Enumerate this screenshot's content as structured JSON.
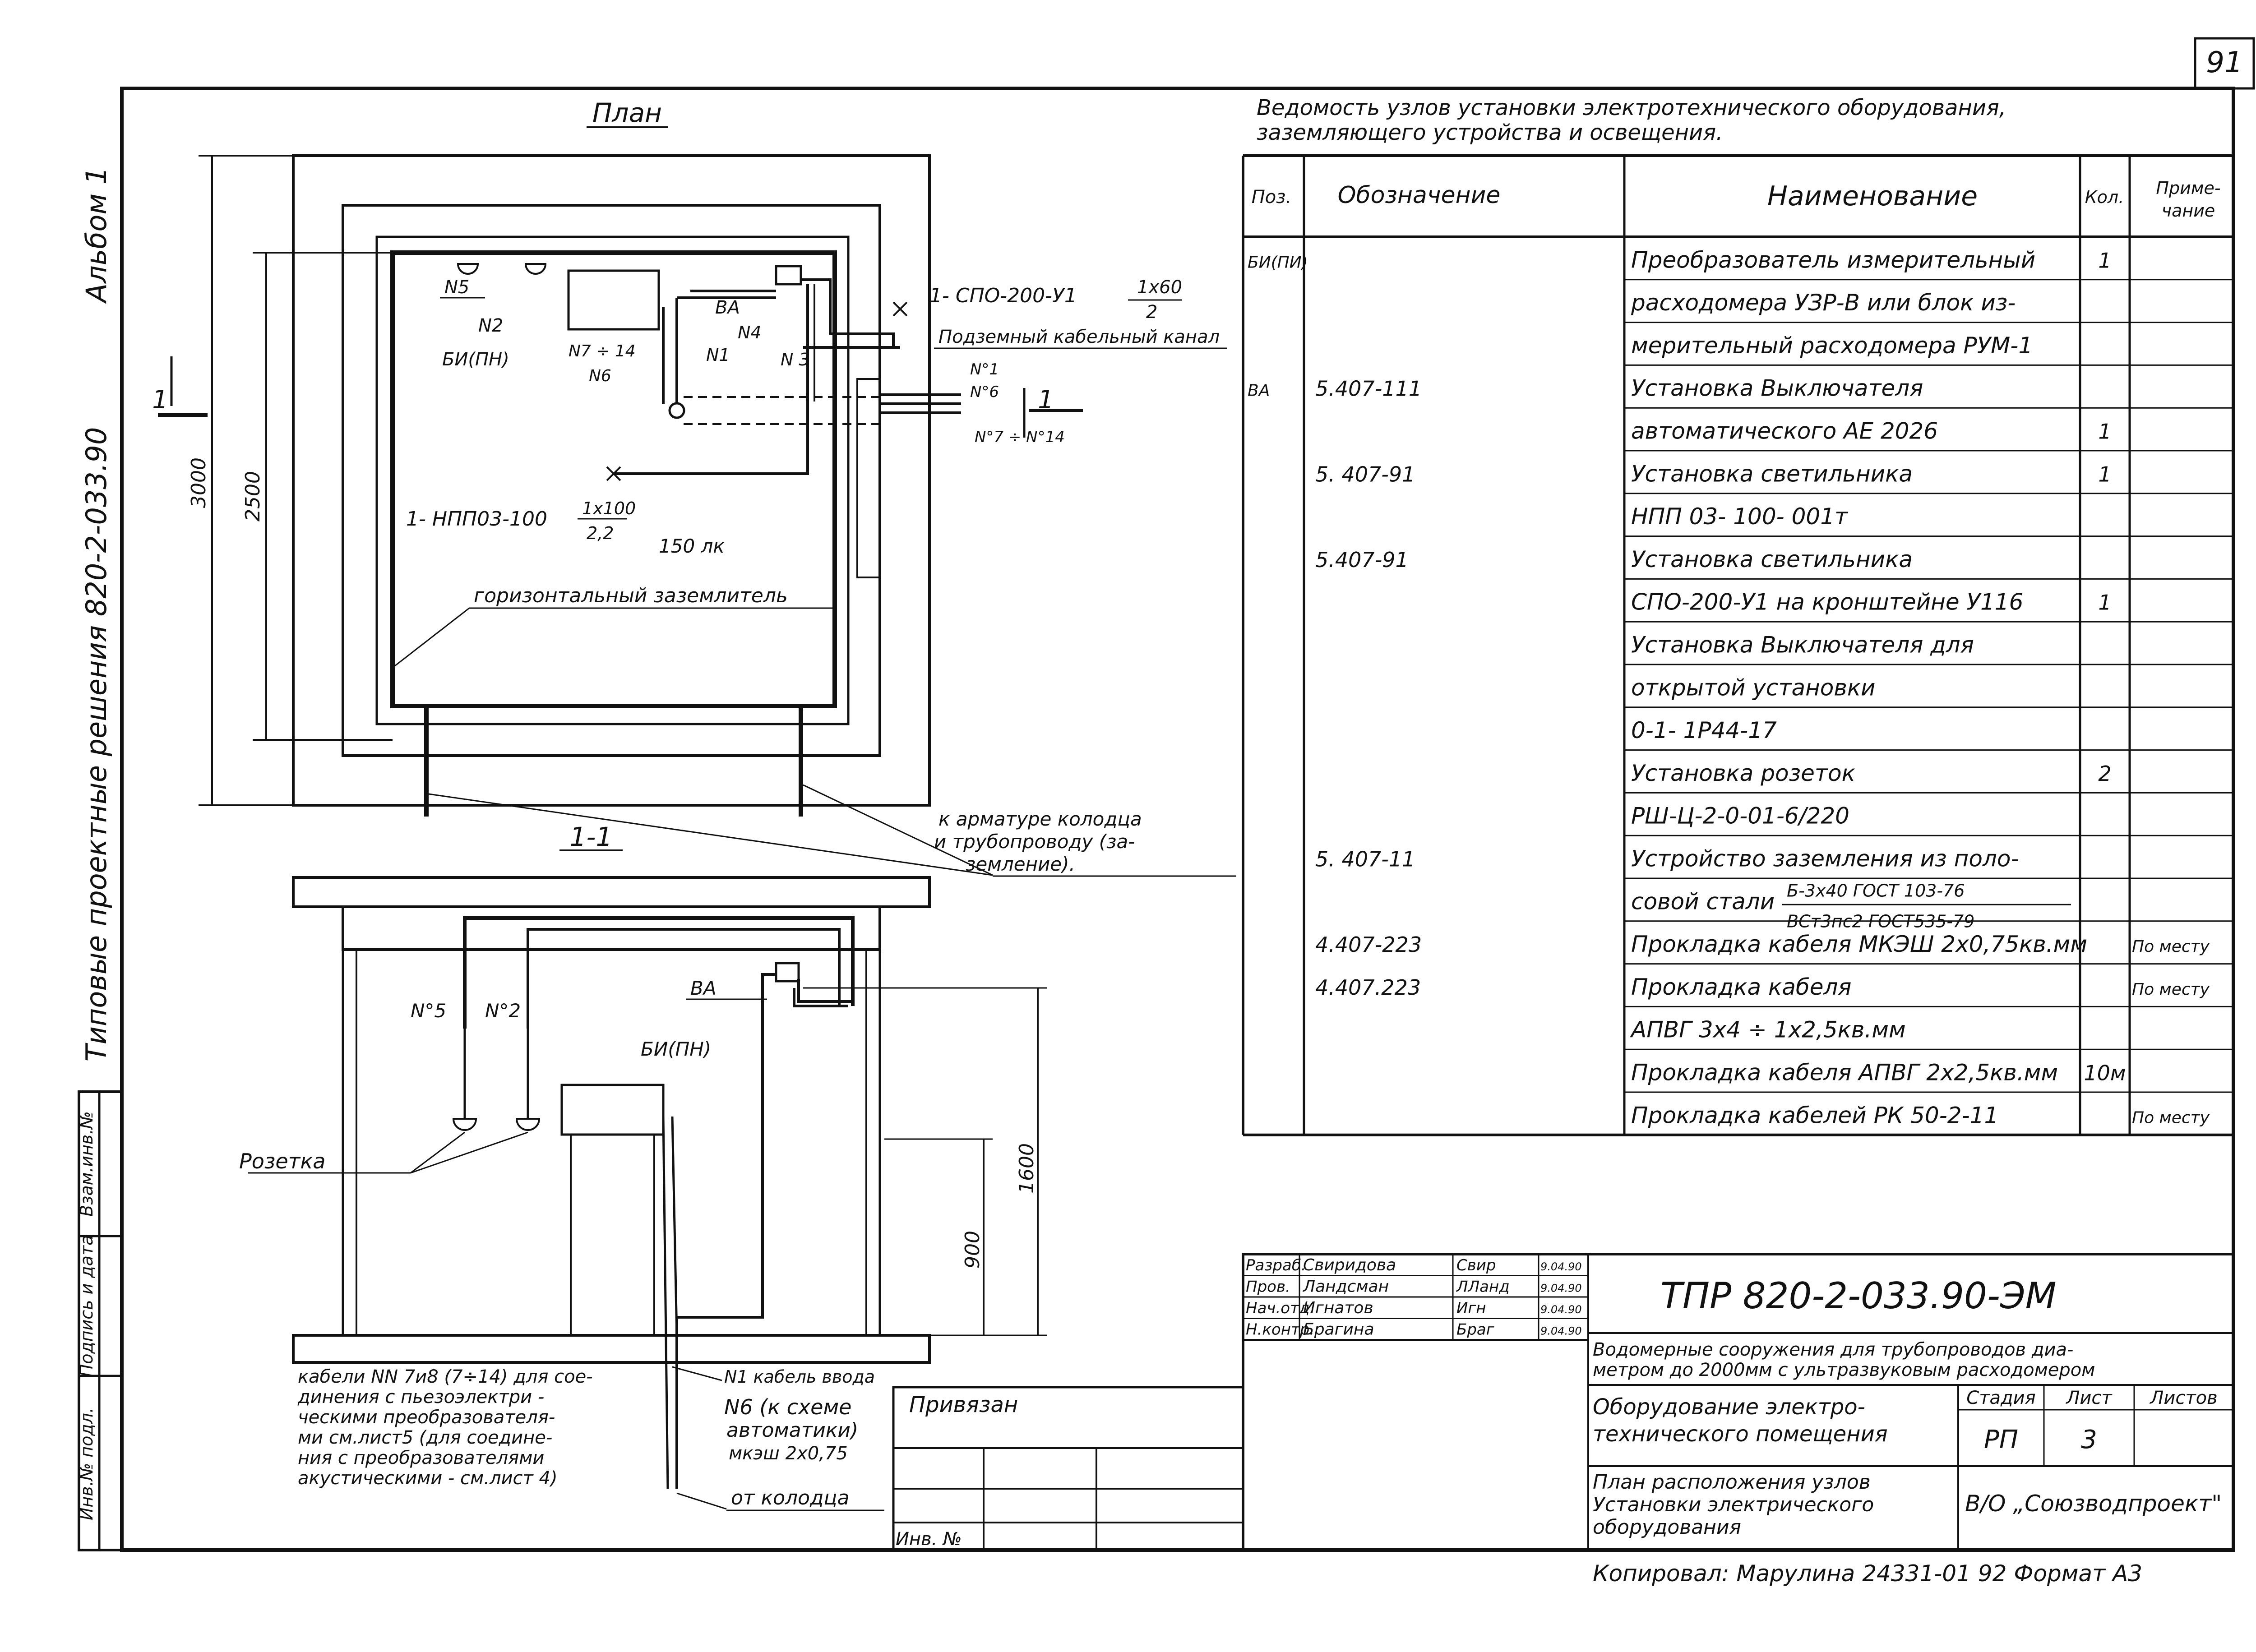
{
  "sheet_number": "91",
  "side_left": {
    "album": "Альбом 1",
    "series": "Типовые проектные решения 820-2-033.90"
  },
  "side_stamp": [
    "Инв.№ подл.",
    "Подпись и дата",
    "Взам.инв.№"
  ],
  "plan": {
    "title": "План",
    "dim_outer": "3000",
    "dim_inner": "2500",
    "section_mark": "1",
    "labels": {
      "n5": "N5",
      "n2": "N2",
      "bi": "БИ(ПН)",
      "n7_14": "N7 ÷ 14",
      "n6": "N6",
      "n1": "N1",
      "n3": "N 3",
      "va": "ВА",
      "n4": "N4",
      "lamp_spo": "1- СПО-200-У1",
      "frac_spo_top": "1х60",
      "frac_spo_bottom": "2",
      "channel": "Подземный кабельный канал",
      "cable_n1": "N°1",
      "cable_n6": "N°6",
      "cable_n7_14": "N°7 ÷ N°14",
      "lamp_npp": "1- НПП03-100",
      "frac_npp_top": "1х100",
      "frac_npp_bottom": "2,2",
      "lux": "150 лк",
      "ground": "горизонтальный заземлитель",
      "to_well_1": "к арматуре колодца",
      "to_well_2": "и трубопроводу (за-",
      "to_well_3": "земление)."
    }
  },
  "section": {
    "title": "1-1",
    "dim_1600": "1600",
    "dim_900": "900",
    "labels": {
      "va": "ВА",
      "n5": "N°5",
      "n2": "N°2",
      "bi": "БИ(ПН)",
      "socket": "Розетка",
      "n1_cable": "N1 кабель ввода",
      "n6_1": "N6 (к схеме",
      "n6_2": "автоматики)",
      "n6_3": "мкэш 2х0,75",
      "from_well": "от колодца"
    },
    "note": [
      "кабели NN 7и8 (7÷14) для сое-",
      "динения с пьезоэлектри -",
      "ческими преобразователя-",
      "ми см.лист5 (для соедине-",
      "ния с преобразователями",
      "акустическими - см.лист 4)"
    ]
  },
  "table": {
    "title_1": "Ведомость узлов установки электротехнического оборудования,",
    "title_2": "заземляющего устройства и освещения.",
    "headers": {
      "pos": "Поз.",
      "designation": "Обозначение",
      "name": "Наименование",
      "qty": "Кол.",
      "note_1": "Приме-",
      "note_2": "чание"
    },
    "rows": [
      {
        "pos": "БИ(ПИ)",
        "des": "",
        "name": "Преобразователь измерительный",
        "qty": "1",
        "note": ""
      },
      {
        "pos": "",
        "des": "",
        "name": "расходомера УЗР-В или блок из-",
        "qty": "",
        "note": ""
      },
      {
        "pos": "",
        "des": "",
        "name": "мерительный расходомера РУМ-1",
        "qty": "",
        "note": ""
      },
      {
        "pos": "ВА",
        "des": "5.407-111",
        "name": "Установка Выключателя",
        "qty": "",
        "note": ""
      },
      {
        "pos": "",
        "des": "",
        "name": "автоматического АЕ 2026",
        "qty": "1",
        "note": ""
      },
      {
        "pos": "",
        "des": "5. 407-91",
        "name": "Установка светильника",
        "qty": "1",
        "note": ""
      },
      {
        "pos": "",
        "des": "",
        "name": "НПП 03- 100- 001т",
        "qty": "",
        "note": ""
      },
      {
        "pos": "",
        "des": "5.407-91",
        "name": "Установка светильника",
        "qty": "",
        "note": ""
      },
      {
        "pos": "",
        "des": "",
        "name": "СПО-200-У1 на кронштейне У116",
        "qty": "1",
        "note": ""
      },
      {
        "pos": "",
        "des": "",
        "name": "Установка Выключателя для",
        "qty": "",
        "note": ""
      },
      {
        "pos": "",
        "des": "",
        "name": "открытой установки",
        "qty": "",
        "note": ""
      },
      {
        "pos": "",
        "des": "",
        "name": "0-1- 1Р44-17",
        "qty": "",
        "note": ""
      },
      {
        "pos": "",
        "des": "",
        "name": "Установка розеток",
        "qty": "2",
        "note": ""
      },
      {
        "pos": "",
        "des": "",
        "name": "РШ-Ц-2-0-01-6/220",
        "qty": "",
        "note": ""
      },
      {
        "pos": "",
        "des": "5. 407-11",
        "name": "Устройство заземления из поло-",
        "qty": "",
        "note": ""
      },
      {
        "pos": "",
        "des": "",
        "name": "совой стали",
        "qty": "",
        "note": "",
        "frac_top": "Б-3х40 ГОСТ 103-76",
        "frac_bottom": "ВСт3пс2 ГОСТ535-79"
      },
      {
        "pos": "",
        "des": "4.407-223",
        "name": "Прокладка кабеля МКЭШ 2х0,75кв.мм",
        "qty": "",
        "note": "По месту"
      },
      {
        "pos": "",
        "des": "4.407.223",
        "name": "Прокладка кабеля",
        "qty": "",
        "note": "По месту"
      },
      {
        "pos": "",
        "des": "",
        "name": "АПВГ 3х4 ÷ 1х2,5кв.мм",
        "qty": "",
        "note": ""
      },
      {
        "pos": "",
        "des": "",
        "name": "Прокладка кабеля АПВГ 2х2,5кв.мм",
        "qty": "10м",
        "note": ""
      },
      {
        "pos": "",
        "des": "",
        "name": "Прокладка кабелей РК 50-2-11",
        "qty": "",
        "note": "По месту"
      }
    ]
  },
  "title_block": {
    "roles": [
      "Разраб.",
      "Пров.",
      "Нач.отд.",
      "Н.контр."
    ],
    "names": [
      "Свиридова",
      "Ландсман",
      "Игнатов",
      "Брагина"
    ],
    "signatures": [
      "Свир",
      "ЛЛанд",
      "Игн",
      "Браг"
    ],
    "dates": [
      "9.04.90",
      "9.04.90",
      "9.04.90",
      "9.04.90"
    ],
    "doc_code": "ТПР 820-2-033.90-ЭМ",
    "project_1": "Водомерные сооружения для трубопроводов диа-",
    "project_2": "метром до 2000мм с ультразвуковым расходомером",
    "equip_1": "Оборудование электро-",
    "equip_2": "технического помещения",
    "stage_hdr": "Стадия",
    "sheet_hdr": "Лист",
    "sheets_hdr": "Листов",
    "stage": "РП",
    "sheet": "3",
    "plan_1": "План расположения узлов",
    "plan_2": "Установки электрического",
    "plan_3": "оборудования",
    "org": "В/О „Союзводпроект\"",
    "tied": "Привязан",
    "inv": "Инв. №"
  },
  "copy_line": "Копировал: Марулина 24331-01 92 Формат А3"
}
